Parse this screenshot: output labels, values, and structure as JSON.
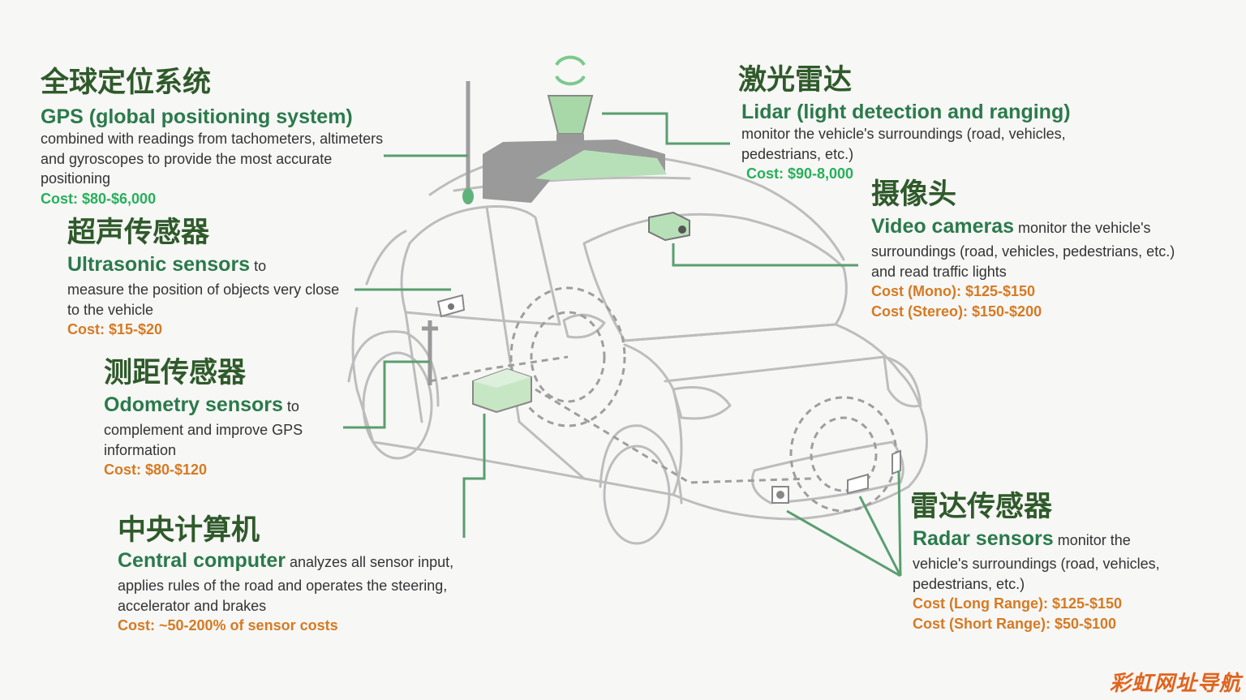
{
  "colors": {
    "heading": "#2f5a2a",
    "title": "#2b7a4b",
    "cost_green": "#27b05a",
    "cost_orange": "#d67a22",
    "leader_line": "#5a9e6f",
    "car_outline": "#bdbdbd",
    "sensor_fill": "#a8d8a8"
  },
  "gps": {
    "zh": "全球定位系统",
    "title": "GPS (global positioning system)",
    "desc": "combined with readings from tachometers, altimeters and gyroscopes to provide the most accurate positioning",
    "cost": "Cost: $80-$6,000"
  },
  "ultrasonic": {
    "zh": "超声传感器",
    "title": "Ultrasonic sensors",
    "desc_inline": " to",
    "desc": "measure the position of objects very close to the vehicle",
    "cost": "Cost: $15-$20"
  },
  "odometry": {
    "zh": "测距传感器",
    "title": "Odometry sensors",
    "desc_inline": " to",
    "desc": "complement and improve GPS information",
    "cost": "Cost: $80-$120"
  },
  "central": {
    "zh": "中央计算机",
    "title": "Central computer",
    "desc_inline": " analyzes all sensor input,",
    "desc": "applies rules of the road and operates the steering, accelerator and brakes",
    "cost": "Cost: ~50-200% of sensor costs"
  },
  "lidar": {
    "zh": "激光雷达",
    "title": "Lidar (light detection and ranging)",
    "desc": "monitor the vehicle's surroundings (road, vehicles, pedestrians, etc.)",
    "cost": "Cost: $90-8,000"
  },
  "camera": {
    "zh": "摄像头",
    "title": "Video cameras",
    "desc_inline": " monitor the vehicle's",
    "desc": "surroundings (road, vehicles, pedestrians, etc.) and read traffic lights",
    "cost_mono": "Cost (Mono): $125-$150",
    "cost_stereo": "Cost (Stereo): $150-$200"
  },
  "radar": {
    "zh": "雷达传感器",
    "title": "Radar sensors",
    "desc_inline": " monitor the",
    "desc": "vehicle's surroundings (road, vehicles, pedestrians, etc.)",
    "cost_long": "Cost (Long Range): $125-$150",
    "cost_short": "Cost (Short Range): $50-$100"
  },
  "watermark": "彩虹网址导航"
}
